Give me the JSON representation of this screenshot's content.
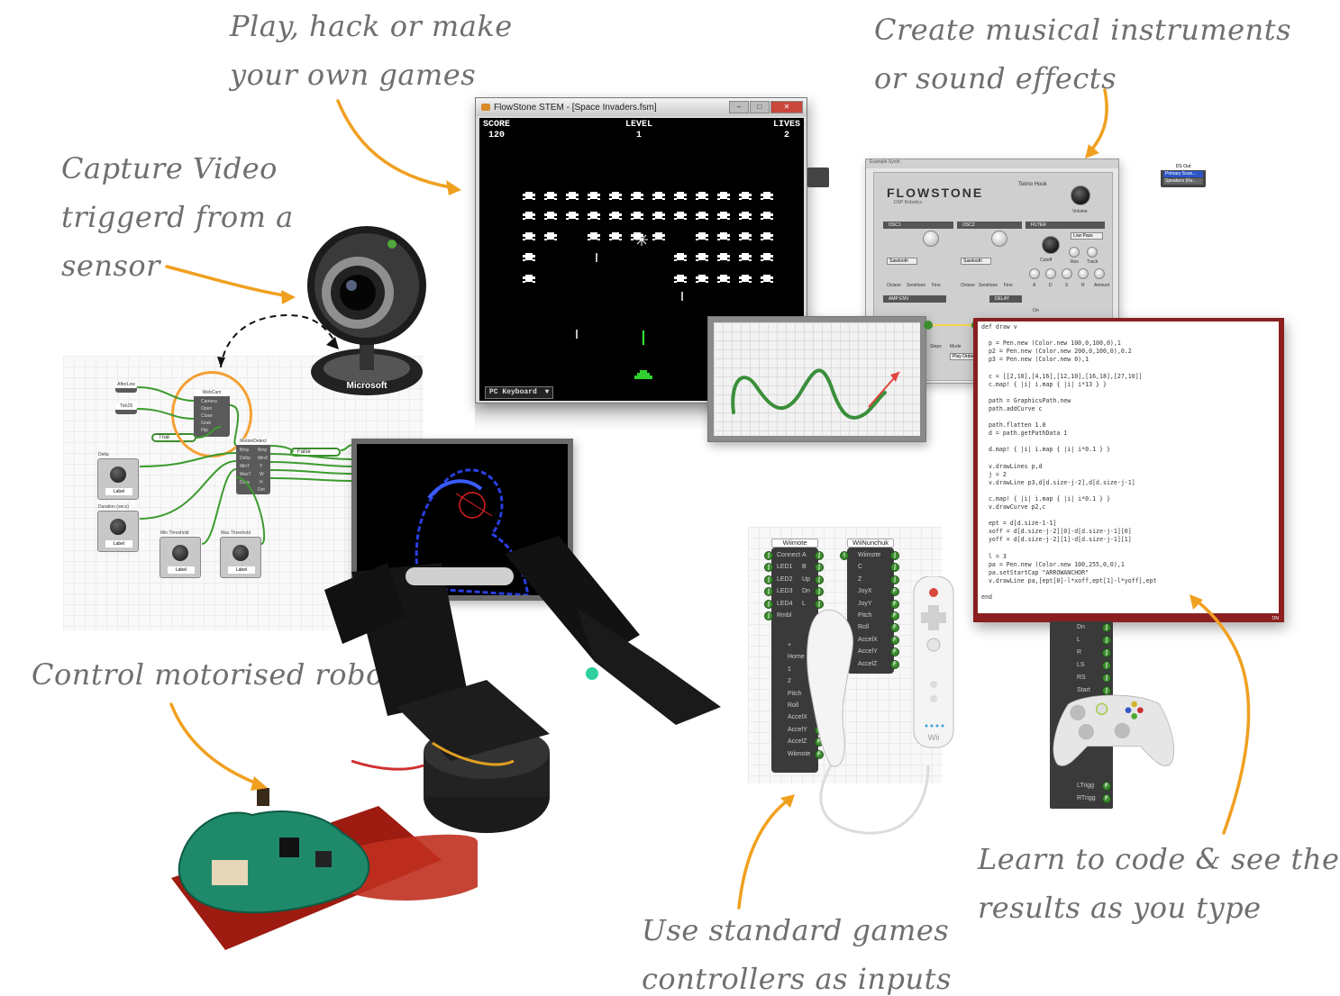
{
  "captions": {
    "games": [
      "Play, hack or make",
      "your own games"
    ],
    "music": [
      "Create musical instruments",
      "or sound effects"
    ],
    "video": [
      "Capture Video",
      "triggerd from a",
      "sensor"
    ],
    "robots": [
      "Control motorised robots"
    ],
    "controllers": [
      "Use standard games",
      "controllers as inputs"
    ],
    "code": [
      "Learn to code & see the",
      "results as you type"
    ]
  },
  "game_window": {
    "title": "FlowStone STEM - [Space Invaders.fsm]",
    "score_label": "SCORE",
    "score_value": "120",
    "level_label": "LEVEL",
    "level_value": "1",
    "lives_label": "LIVES",
    "lives_value": "2",
    "input_select": "PC Keyboard"
  },
  "synth": {
    "header": "Example Synth",
    "brand": "FLOWSTONE",
    "sub": "DSP Robotics",
    "preset": "Tekno Hook",
    "volume_label": "Volume",
    "osc1": "OSC1",
    "osc2": "OSC2",
    "filter": "FILTER",
    "wave1": "Sawtooth",
    "wave2": "Sawtooth",
    "filter_type": "Low Pass",
    "cutoff": "Cutoff",
    "res": "Res",
    "track": "Track",
    "octave": "Octave",
    "semitone": "Semitone",
    "fine": "Fine",
    "amp_env": "AMP ENV",
    "delay": "DELAY",
    "adsr": [
      "A",
      "D",
      "S",
      "R"
    ],
    "amount": "Amount",
    "on": "On",
    "ds_out": "DS Out",
    "primary": "Primary Soun...",
    "speakers": "Speakers (Re...",
    "steps": "Steps",
    "mode": "Mode",
    "play_order": "Play Order"
  },
  "code_editor": {
    "lines": [
      "def draw v",
      "",
      "  p = Pen.new (Color.new 100,0,100,0),1",
      "  p2 = Pen.new (Color.new 200,0,100,0),0.2",
      "  p3 = Pen.new (Color.new 0),1",
      "",
      "  c = [[2,10],[4,16],[12,10],[16,18],[27,10]]",
      "  c.map! { |i| i.map { |i| i*13 } }",
      "",
      "  path = GraphicsPath.new",
      "  path.addCurve c",
      "",
      "  path.flatten 1.0",
      "  d = path.getPathData 1",
      "",
      "  d.map! { |i| i.map { |i| i*0.1 } }",
      "",
      "  v.drawLines p,d",
      "  j = 2",
      "  v.drawLine p3,d[d.size-j-2],d[d.size-j-1]",
      "",
      "  c.map! { |i| i.map { |i| i*0.1 } }",
      "  v.drawCurve p2,c",
      "",
      "  ept = d[d.size-1-1]",
      "  xoff = d[d.size-j-2][0]-d[d.size-j-1][0]",
      "  yoff = d[d.size-j-2][1]-d[d.size-j-1][1]",
      "",
      "  l = 3",
      "  pa = Pen.new (Color.new 100,255,0,0),1",
      "  pa.setStartCap \"ARROWANCHOR\"",
      "  v.drawLine pa,[ept[0]-l*xoff,ept[1]-l*yoff],ept",
      "",
      "end"
    ],
    "footer": "ON"
  },
  "wiimote": {
    "title": "Wiimote",
    "pins": [
      "Connect",
      "LED1",
      "LED2",
      "LED3",
      "LED4",
      "Rmbl"
    ],
    "right": [
      "A",
      "B",
      "Up",
      "Dn",
      "L"
    ],
    "lower": [
      "+",
      "Home",
      "1",
      "2",
      "Pitch",
      "Roll",
      "AccelX",
      "AccelY",
      "AccelZ",
      "Wiimote"
    ]
  },
  "nunchuk": {
    "title": "WiiNunchuk",
    "pins": [
      "Wiimote",
      "C",
      "Z",
      "JoyX",
      "JoyY",
      "Pitch",
      "Roll",
      "AccelX",
      "AccelY",
      "AccelZ"
    ]
  },
  "xbox_module": {
    "pins": [
      "Dn",
      "L",
      "R",
      "LS",
      "RS",
      "Start",
      "LTrigg",
      "RTrigg"
    ]
  },
  "schematic": {
    "after_low": "AfterLow",
    "tick25": "Tick25",
    "webcam": "WebCam",
    "webcam_pins": [
      "Camera",
      "Open",
      "Close",
      "Grab",
      "Flip"
    ],
    "true_label": "True",
    "false_label": "False",
    "motion": "MotionDetect",
    "motion_pins": [
      "Bmp",
      "Delta",
      "MinT",
      "MaxT",
      "Dura"
    ],
    "motion_out": [
      "Bmp",
      "MinX",
      "Y",
      "W",
      "H",
      "Det"
    ],
    "delta": "Delta",
    "duration": "Duration (secs)",
    "min_threshold": "Min Threshold",
    "max_threshold": "Max Threshold",
    "knob_label": "Label"
  },
  "webcam_brand": "Microsoft",
  "wii_brand": "Wii",
  "colors": {
    "accent_arrow": "#f0a020",
    "caption": "#6f6f6f",
    "pin_green": "#3c8d2e",
    "editor_border": "#8b1f1f"
  }
}
